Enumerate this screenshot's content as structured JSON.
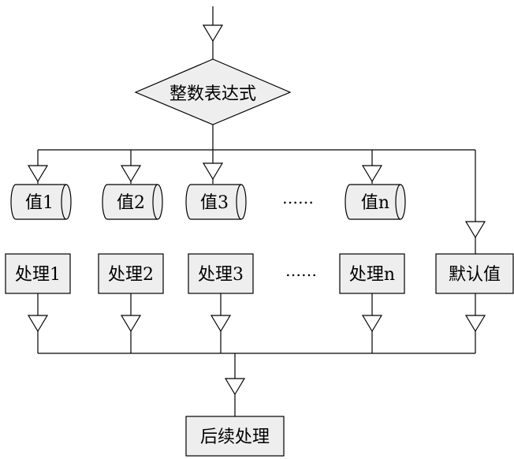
{
  "decision": {
    "label": "整数表达式"
  },
  "cases": [
    {
      "value_label": "值1",
      "process_label": "处理1"
    },
    {
      "value_label": "值2",
      "process_label": "处理2"
    },
    {
      "value_label": "值3",
      "process_label": "处理3"
    },
    {
      "value_label": "值n",
      "process_label": "处理n"
    }
  ],
  "ellipsis": "……",
  "default": {
    "label": "默认值"
  },
  "end": {
    "label": "后续处理"
  },
  "colors": {
    "shape_fill": "#eeeeee",
    "stroke": "#000000"
  }
}
